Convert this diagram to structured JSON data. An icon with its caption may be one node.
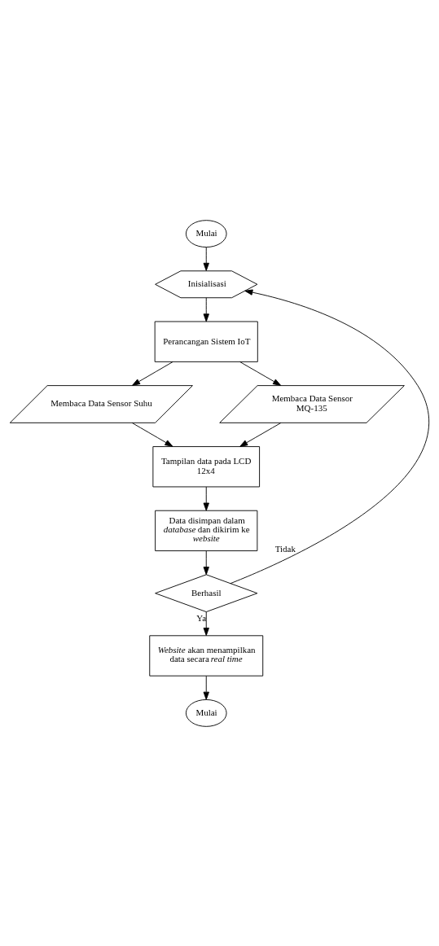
{
  "diagram": {
    "nodes": [
      {
        "text": [
          "Mulai"
        ]
      },
      {
        "text": [
          "Inisialisasi"
        ]
      },
      {
        "text": [
          "Perancangan Sistem IoT"
        ]
      },
      {
        "text": [
          "Membaca Data Sensor Suhu"
        ]
      },
      {
        "text": [
          "Membaca Data Sensor MQ-135"
        ]
      },
      {
        "text": [
          "Tampilan data pada LCD 12x4"
        ]
      },
      {
        "text": [
          "Data disimpan dalam *database* dan dikirim ke *website*"
        ]
      },
      {
        "text": [
          "Berhasil"
        ]
      },
      {
        "text": [
          "*Website* akan menampilkan data secara *real time*"
        ]
      },
      {
        "text": [
          "Mulai"
        ]
      }
    ],
    "edges": [
      {
        "from": 0,
        "to": 1,
        "arrow": "to"
      },
      {
        "from": 1,
        "to": 2,
        "arrow": "to"
      },
      {
        "from": 2,
        "to": 3,
        "arrow": "to"
      },
      {
        "from": 2,
        "to": 4,
        "arrow": "to"
      },
      {
        "from": 3,
        "to": 5,
        "arrow": "to"
      },
      {
        "from": 4,
        "to": 5,
        "arrow": "to"
      },
      {
        "from": 5,
        "to": 6,
        "arrow": "to"
      },
      {
        "from": 6,
        "to": 7,
        "arrow": "to"
      },
      {
        "from": 7,
        "to": 8,
        "arrow": "to",
        "label": "Ya"
      },
      {
        "from": 7,
        "to": 1,
        "arrow": "to",
        "label": "Tidak"
      },
      {
        "from": 8,
        "to": 9,
        "arrow": "to"
      }
    ]
  }
}
